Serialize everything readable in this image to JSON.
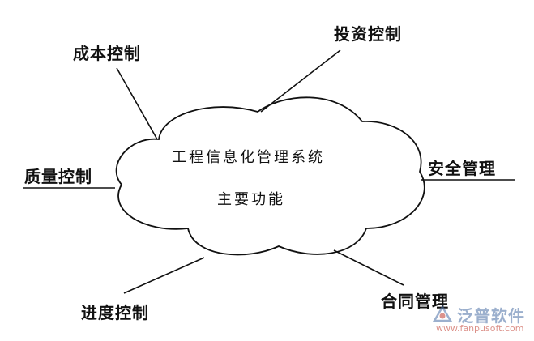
{
  "cloud": {
    "title_line1": "工程信息化管理系统",
    "title_line2": "主要功能"
  },
  "nodes": {
    "cost": "成本控制",
    "investment": "投资控制",
    "quality": "质量控制",
    "safety": "安全管理",
    "progress": "进度控制",
    "contract": "合同管理"
  },
  "watermark": {
    "brand": "泛普软件",
    "url": "www.fanpusoft.com"
  },
  "colors": {
    "line": "#111111",
    "brand": "#4a6fa5",
    "url": "#c0392b"
  }
}
